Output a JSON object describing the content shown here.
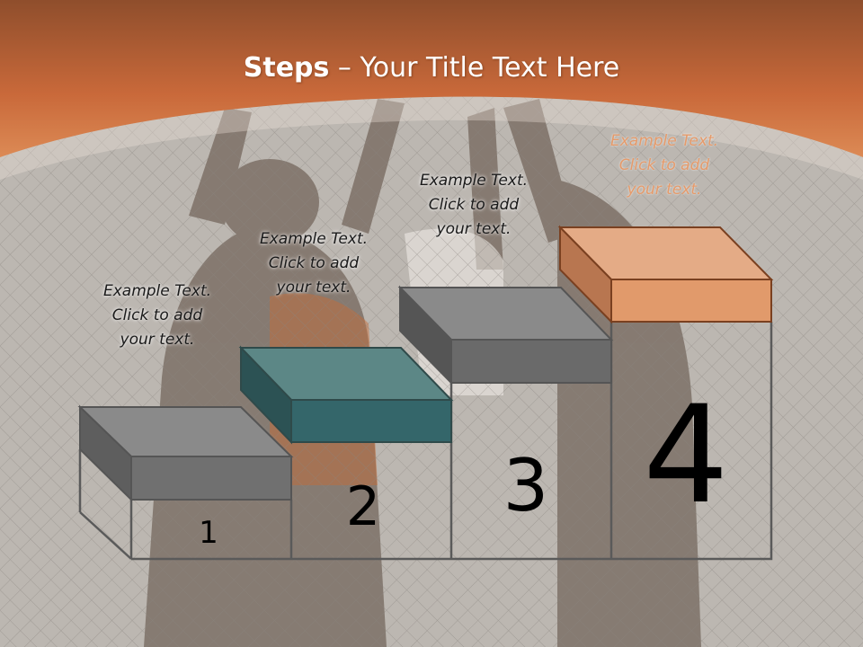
{
  "title": {
    "bold": "Steps",
    "rest": " – Your Title Text Here"
  },
  "colors": {
    "header_orange": "#d4743f",
    "step1": "#707070",
    "step2": "#34666a",
    "step3": "#6a6a6a",
    "step4": "#e19a6b"
  },
  "steps": [
    {
      "number": "1",
      "caption": [
        "Example Text.",
        "Click  to add",
        "your text."
      ]
    },
    {
      "number": "2",
      "caption": [
        "Example Text.",
        "Click  to add",
        "your text."
      ]
    },
    {
      "number": "3",
      "caption": [
        "Example Text.",
        "Click  to add",
        "your text."
      ]
    },
    {
      "number": "4",
      "caption": [
        "Example Text.",
        "Click  to add",
        "your text."
      ]
    }
  ]
}
